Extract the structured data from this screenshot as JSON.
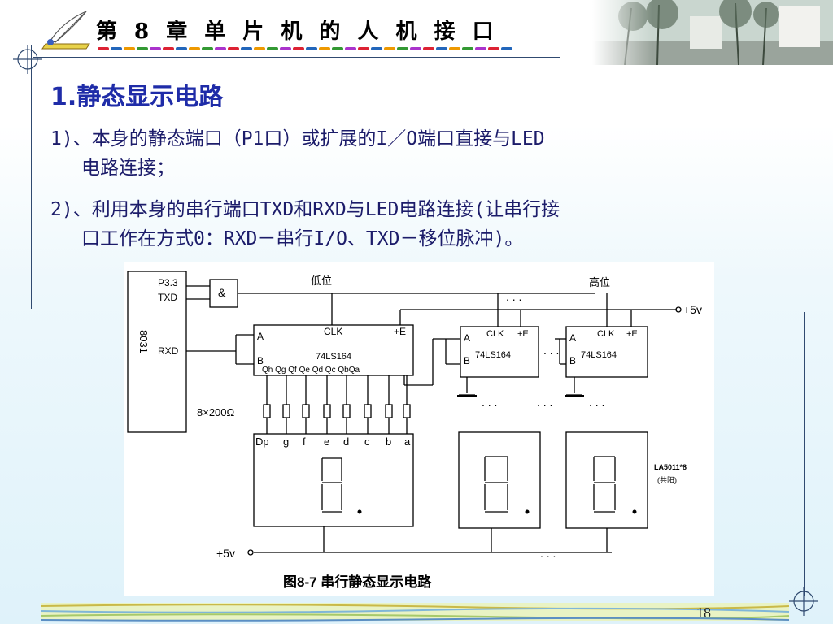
{
  "header": {
    "chapter_title": "第 8 章   单 片 机 的 人 机 接 口"
  },
  "slide": {
    "heading": "1.静态显示电路",
    "point1": "1)、本身的静态端口（P1口）或扩展的I／O端口直接与LED",
    "point1_cont": "电路连接；",
    "point2": "2)、利用本身的串行端口TXD和RXD与LED电路连接(让串行接",
    "point2_cont": "口工作在方式0：RXD－串行I/O、TXD－移位脉冲)。",
    "page_number": "18"
  },
  "diagram": {
    "mcu_label": "8031",
    "pin_p33": "P3.3",
    "pin_txd": "TXD",
    "pin_rxd": "RXD",
    "and_gate": "&",
    "low_bit": "低位",
    "high_bit": "高位",
    "supply_top": "+5v",
    "supply_bottom": "+5v",
    "clk": "CLK",
    "plus_e": "+E",
    "pin_a": "A",
    "pin_b": "B",
    "chip": "74LS164",
    "outputs": "Qh Qg Qf  Qe Qd Qc QbQa",
    "resistors": "8×200Ω",
    "seg_labels": [
      "Dp",
      "g",
      "f",
      "e",
      "d",
      "c",
      "b",
      "a"
    ],
    "display_part": "LA5011*8",
    "display_type": "(共阳)",
    "ellipsis": ". . .",
    "caption": "图8-7  串行静态显示电路"
  },
  "colors": {
    "heading": "#1f2ca8",
    "body_text": "#1c1c6a",
    "rule": "#304a70"
  }
}
